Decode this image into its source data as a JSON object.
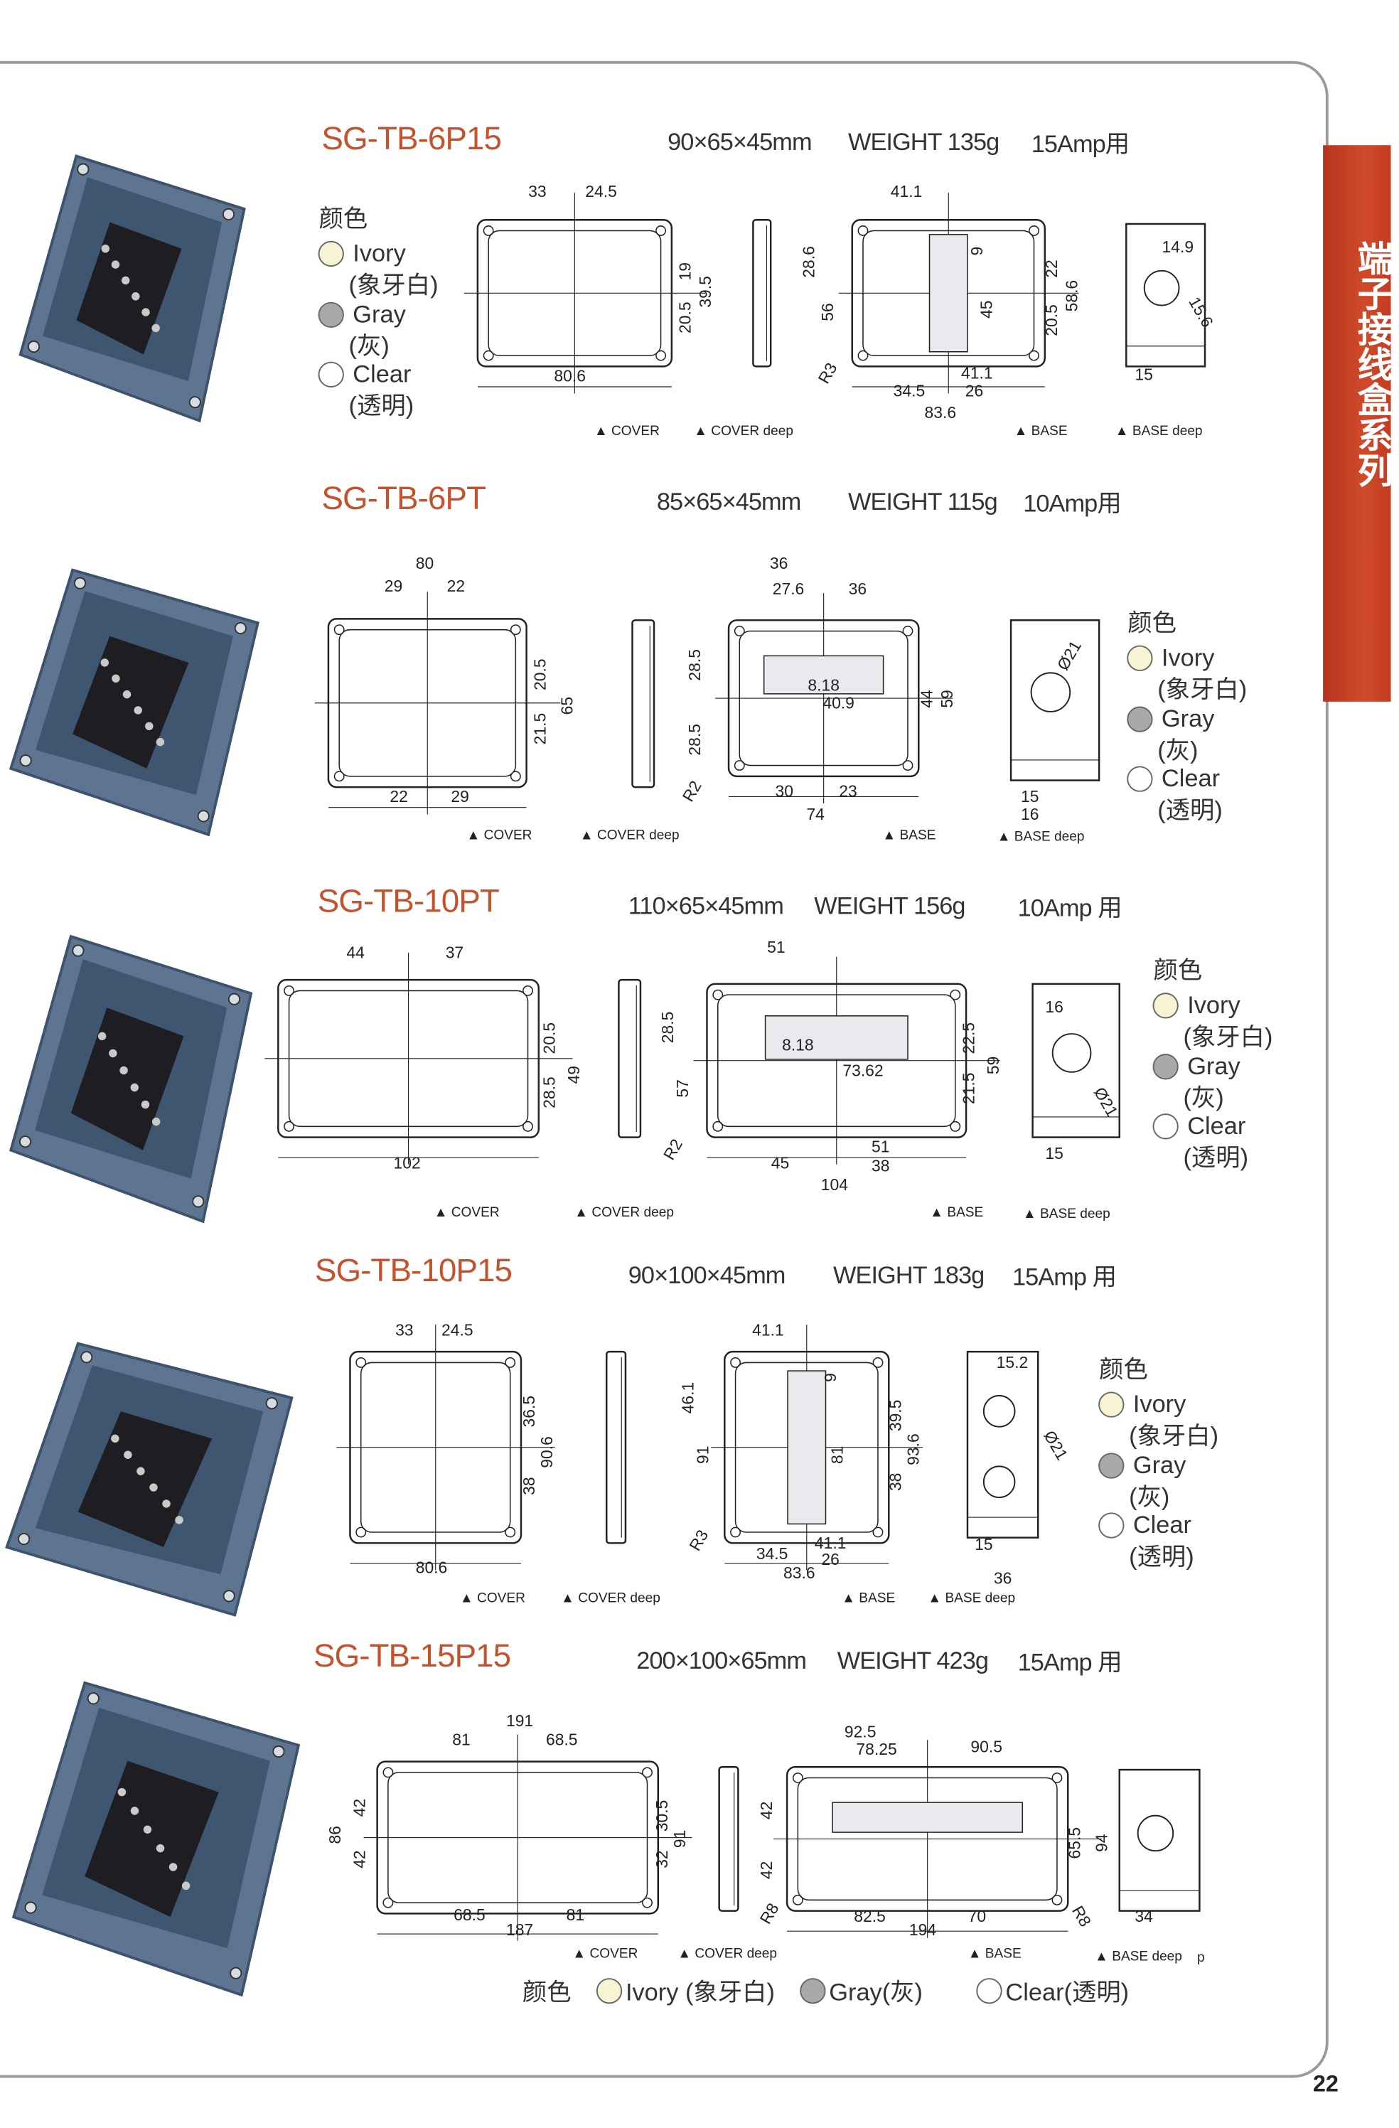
{
  "side_tab": "端子接线盒系列",
  "page_number": "22",
  "color_heading": "颜色",
  "footer_mark": "p",
  "products": [
    {
      "model": "SG-TB-6P15",
      "size": "90×65×45mm",
      "weight": "WEIGHT 135g",
      "amp": "15Amp用",
      "colors": [
        {
          "name": "Ivory",
          "cn": "(象牙白)",
          "swatch": "#f7f4d4"
        },
        {
          "name": "Gray",
          "cn": "(灰)",
          "swatch": "#a9a9a9"
        },
        {
          "name": "Clear",
          "cn": "(透明)",
          "swatch": "#ffffff"
        }
      ],
      "views": [
        {
          "label": "▲ COVER",
          "dims": [
            "33",
            "24.5",
            "19",
            "39.5",
            "20.5",
            "80.6"
          ]
        },
        {
          "label": "▲ COVER deep",
          "dims": []
        },
        {
          "label": "▲ BASE",
          "dims": [
            "41.1",
            "28.6",
            "56",
            "9",
            "45",
            "22",
            "20.5",
            "58.6",
            "R3",
            "41.1",
            "34.5",
            "26",
            "83.6"
          ]
        },
        {
          "label": "▲ BASE deep",
          "dims": [
            "14.9",
            "15.6",
            "15"
          ]
        }
      ]
    },
    {
      "model": "SG-TB-6PT",
      "size": "85×65×45mm",
      "weight": "WEIGHT 115g",
      "amp": "10Amp用",
      "colors": [
        {
          "name": "Ivory",
          "cn": "(象牙白)",
          "swatch": "#f7f4d4"
        },
        {
          "name": "Gray",
          "cn": "(灰)",
          "swatch": "#a9a9a9"
        },
        {
          "name": "Clear",
          "cn": "(透明)",
          "swatch": "#ffffff"
        }
      ],
      "views": [
        {
          "label": "▲ COVER",
          "dims": [
            "80",
            "29",
            "22",
            "20.5",
            "65",
            "21.5",
            "22",
            "29"
          ]
        },
        {
          "label": "▲ COVER deep",
          "dims": []
        },
        {
          "label": "▲ BASE",
          "dims": [
            "36",
            "27.6",
            "36",
            "28.5",
            "8.18",
            "40.9",
            "44",
            "59",
            "28.5",
            "R2",
            "30",
            "23",
            "74"
          ]
        },
        {
          "label": "▲ BASE deep",
          "dims": [
            "Ø21",
            "15",
            "16"
          ]
        }
      ]
    },
    {
      "model": "SG-TB-10PT",
      "size": "110×65×45mm",
      "weight": "WEIGHT 156g",
      "amp": "10Amp 用",
      "colors": [
        {
          "name": "Ivory",
          "cn": "(象牙白)",
          "swatch": "#f7f4d4"
        },
        {
          "name": "Gray",
          "cn": "(灰)",
          "swatch": "#a9a9a9"
        },
        {
          "name": "Clear",
          "cn": "(透明)",
          "swatch": "#ffffff"
        }
      ],
      "views": [
        {
          "label": "▲ COVER",
          "dims": [
            "44",
            "37",
            "20.5",
            "49",
            "28.5",
            "102"
          ]
        },
        {
          "label": "▲ COVER deep",
          "dims": []
        },
        {
          "label": "▲ BASE",
          "dims": [
            "51",
            "28.5",
            "8.18",
            "73.62",
            "57",
            "22.5",
            "21.5",
            "59",
            "R2",
            "51",
            "45",
            "38",
            "104"
          ]
        },
        {
          "label": "▲ BASE deep",
          "dims": [
            "16",
            "Ø21",
            "15"
          ]
        }
      ]
    },
    {
      "model": "SG-TB-10P15",
      "size": "90×100×45mm",
      "weight": "WEIGHT 183g",
      "amp": "15Amp 用",
      "colors": [
        {
          "name": "Ivory",
          "cn": "(象牙白)",
          "swatch": "#f7f4d4"
        },
        {
          "name": "Gray",
          "cn": "(灰)",
          "swatch": "#a9a9a9"
        },
        {
          "name": "Clear",
          "cn": "(透明)",
          "swatch": "#ffffff"
        }
      ],
      "views": [
        {
          "label": "▲ COVER",
          "dims": [
            "33",
            "24.5",
            "36.5",
            "90.6",
            "38",
            "80.6"
          ]
        },
        {
          "label": "▲ COVER deep",
          "dims": []
        },
        {
          "label": "▲ BASE",
          "dims": [
            "41.1",
            "9",
            "46.1",
            "91",
            "81",
            "39.5",
            "93.6",
            "38",
            "R3",
            "41.1",
            "34.5",
            "26",
            "83.6"
          ]
        },
        {
          "label": "▲ BASE deep",
          "dims": [
            "15.2",
            "Ø21",
            "15",
            "36"
          ]
        }
      ]
    },
    {
      "model": "SG-TB-15P15",
      "size": "200×100×65mm",
      "weight": "WEIGHT 423g",
      "amp": "15Amp 用",
      "colors": [
        {
          "name": "Ivory (象牙白)",
          "cn": "",
          "swatch": "#f7f4d4"
        },
        {
          "name": "Gray(灰)",
          "cn": "",
          "swatch": "#a9a9a9"
        },
        {
          "name": "Clear(透明)",
          "cn": "",
          "swatch": "#ffffff"
        }
      ],
      "views": [
        {
          "label": "▲ COVER",
          "dims": [
            "191",
            "81",
            "68.5",
            "86",
            "42",
            "42",
            "30.5",
            "91",
            "32",
            "68.5",
            "81",
            "187"
          ]
        },
        {
          "label": "▲ COVER deep",
          "dims": []
        },
        {
          "label": "▲ BASE",
          "dims": [
            "92.5",
            "78.25",
            "90.5",
            "42",
            "42",
            "65.5",
            "94",
            "R8",
            "R8",
            "82.5",
            "70",
            "194"
          ]
        },
        {
          "label": "▲ BASE deep",
          "dims": [
            "34"
          ]
        }
      ]
    }
  ]
}
